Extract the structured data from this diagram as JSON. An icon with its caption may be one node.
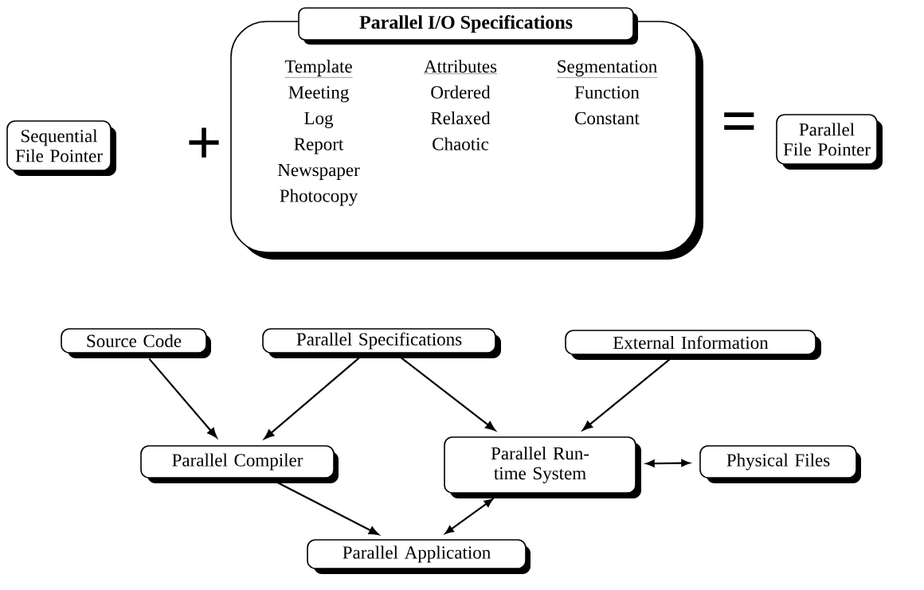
{
  "diagram": {
    "nodes": [
      {
        "text": [
          "Sequential File Pointer"
        ]
      },
      {
        "text": [
          "Parallel I/O Specifications",
          "Template",
          "Meeting",
          "Log",
          "Report",
          "Newspaper",
          "Photocopy",
          "Attributes",
          "Ordered",
          "Relaxed",
          "Chaotic",
          "Segmentation",
          "Function",
          "Constant"
        ]
      },
      {
        "text": [
          "Parallel File Pointer"
        ]
      },
      {
        "text": [
          "Source Code"
        ]
      },
      {
        "text": [
          "Parallel Specifications"
        ]
      },
      {
        "text": [
          "External Information"
        ]
      },
      {
        "text": [
          "Parallel Compiler"
        ]
      },
      {
        "text": [
          "Parallel Run-time System"
        ]
      },
      {
        "text": [
          "Physical Files"
        ]
      },
      {
        "text": [
          "Parallel Application"
        ]
      }
    ],
    "edges": [
      {
        "from": 3,
        "to": 6,
        "arrow": "to"
      },
      {
        "from": 4,
        "to": 6,
        "arrow": "to"
      },
      {
        "from": 4,
        "to": 7,
        "arrow": "to"
      },
      {
        "from": 5,
        "to": 7,
        "arrow": "to"
      },
      {
        "from": 7,
        "to": 8,
        "arrow": "both"
      },
      {
        "from": 6,
        "to": 9,
        "arrow": "to"
      },
      {
        "from": 7,
        "to": 9,
        "arrow": "both"
      }
    ],
    "labels": [
      "+",
      "="
    ]
  }
}
